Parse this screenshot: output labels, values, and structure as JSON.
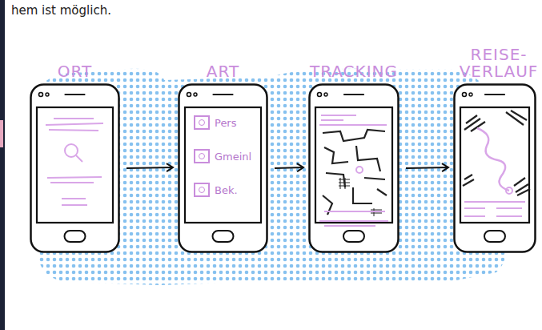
{
  "diagram": {
    "nodes": [
      {
        "text": [
          "ORT"
        ]
      },
      {
        "text": [
          "ART"
        ]
      },
      {
        "text": [
          "Pers"
        ],
        "in": 1
      },
      {
        "text": [
          "Gmeinl"
        ],
        "in": 1
      },
      {
        "text": [
          "Bek."
        ],
        "in": 1
      },
      {
        "text": [
          "TRACKING"
        ]
      },
      {
        "text": [
          "REISE- VERLAUF"
        ]
      }
    ],
    "edges": [
      {
        "from": 0,
        "to": 1,
        "arrow": "to"
      },
      {
        "from": 1,
        "to": 5,
        "arrow": "to"
      },
      {
        "from": 5,
        "to": 6,
        "arrow": "to"
      }
    ],
    "labels": [
      "hem ist möglich."
    ]
  }
}
